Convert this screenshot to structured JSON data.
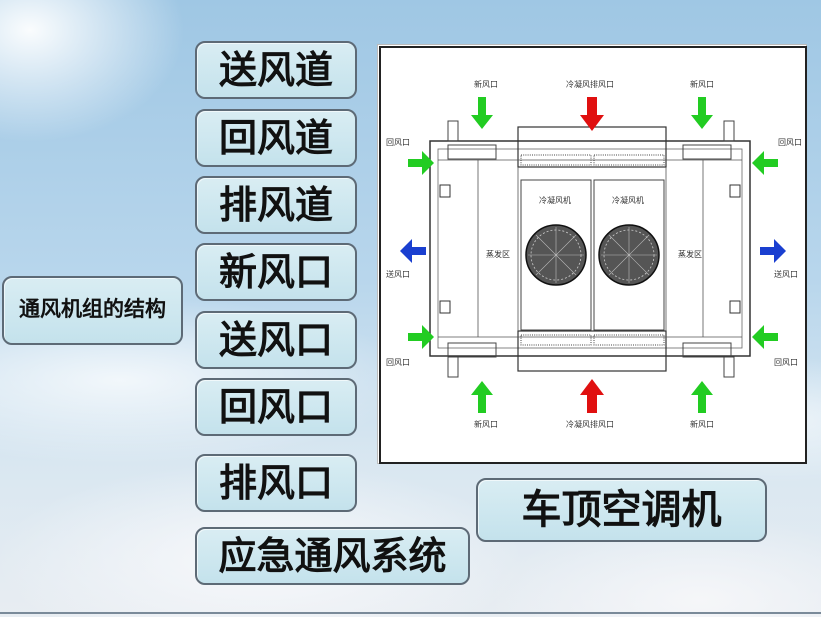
{
  "sidebar_items": [
    "送风道",
    "回风道",
    "排风道",
    "新风口",
    "送风口",
    "回风口",
    "排风口",
    "应急通风系统"
  ],
  "left_label": "通风机组的结构",
  "bottom_label": "车顶空调机",
  "diagram": {
    "top_left_inlet": "新风口",
    "top_center": "冷凝风排风口",
    "top_right_inlet": "新风口",
    "left_return_top": "回风口",
    "right_return_top": "回风口",
    "condenser_fan_left": "冷凝风机",
    "condenser_fan_right": "冷凝风机",
    "evap_left": "蒸发区",
    "evap_right": "蒸发区",
    "left_supply": "送风口",
    "right_supply": "送风口",
    "left_return_bottom": "回风口",
    "right_return_bottom": "回风口",
    "bottom_left_inlet": "新风口",
    "bottom_center": "冷凝风排风口",
    "bottom_right_inlet": "新风口"
  },
  "colors": {
    "green_arrow": "#22cc22",
    "red_arrow": "#e01010",
    "blue_arrow": "#1a3fd0"
  }
}
